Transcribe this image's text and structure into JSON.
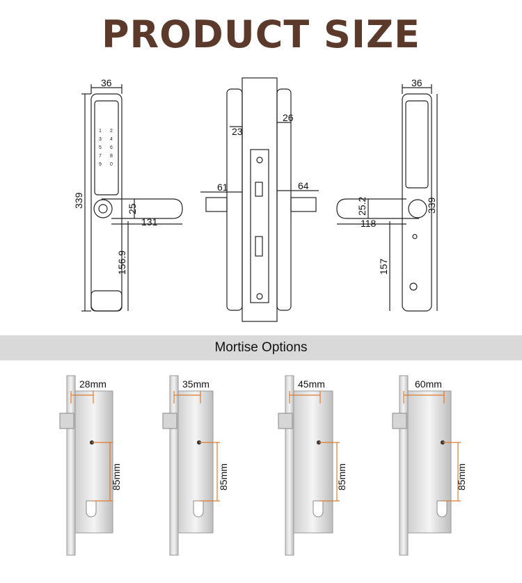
{
  "title": "PRODUCT SIZE",
  "section_label": "Mortise Options",
  "front_view": {
    "width": "36",
    "height": "339",
    "handle_length": "131",
    "handle_height": "25",
    "lower_height": "156.9"
  },
  "side_view": {
    "left_thickness": "23",
    "right_thickness": "26",
    "left_spindle": "61",
    "right_spindle": "64"
  },
  "back_view": {
    "width": "36",
    "height": "339",
    "handle_length": "118",
    "handle_height": "25.2",
    "lower_height": "157"
  },
  "mortise_options": [
    {
      "backset": "28mm",
      "center": "85mm"
    },
    {
      "backset": "35mm",
      "center": "85mm"
    },
    {
      "backset": "45mm",
      "center": "85mm"
    },
    {
      "backset": "60mm",
      "center": "85mm"
    }
  ],
  "colors": {
    "title": "#5b3a2c",
    "band": "#d9d9d9",
    "dimension_accent": "#e07a2e",
    "line": "#222222"
  },
  "keypad_digits": [
    "1",
    "2",
    "3",
    "4",
    "5",
    "6",
    "7",
    "8",
    "9",
    "0"
  ]
}
